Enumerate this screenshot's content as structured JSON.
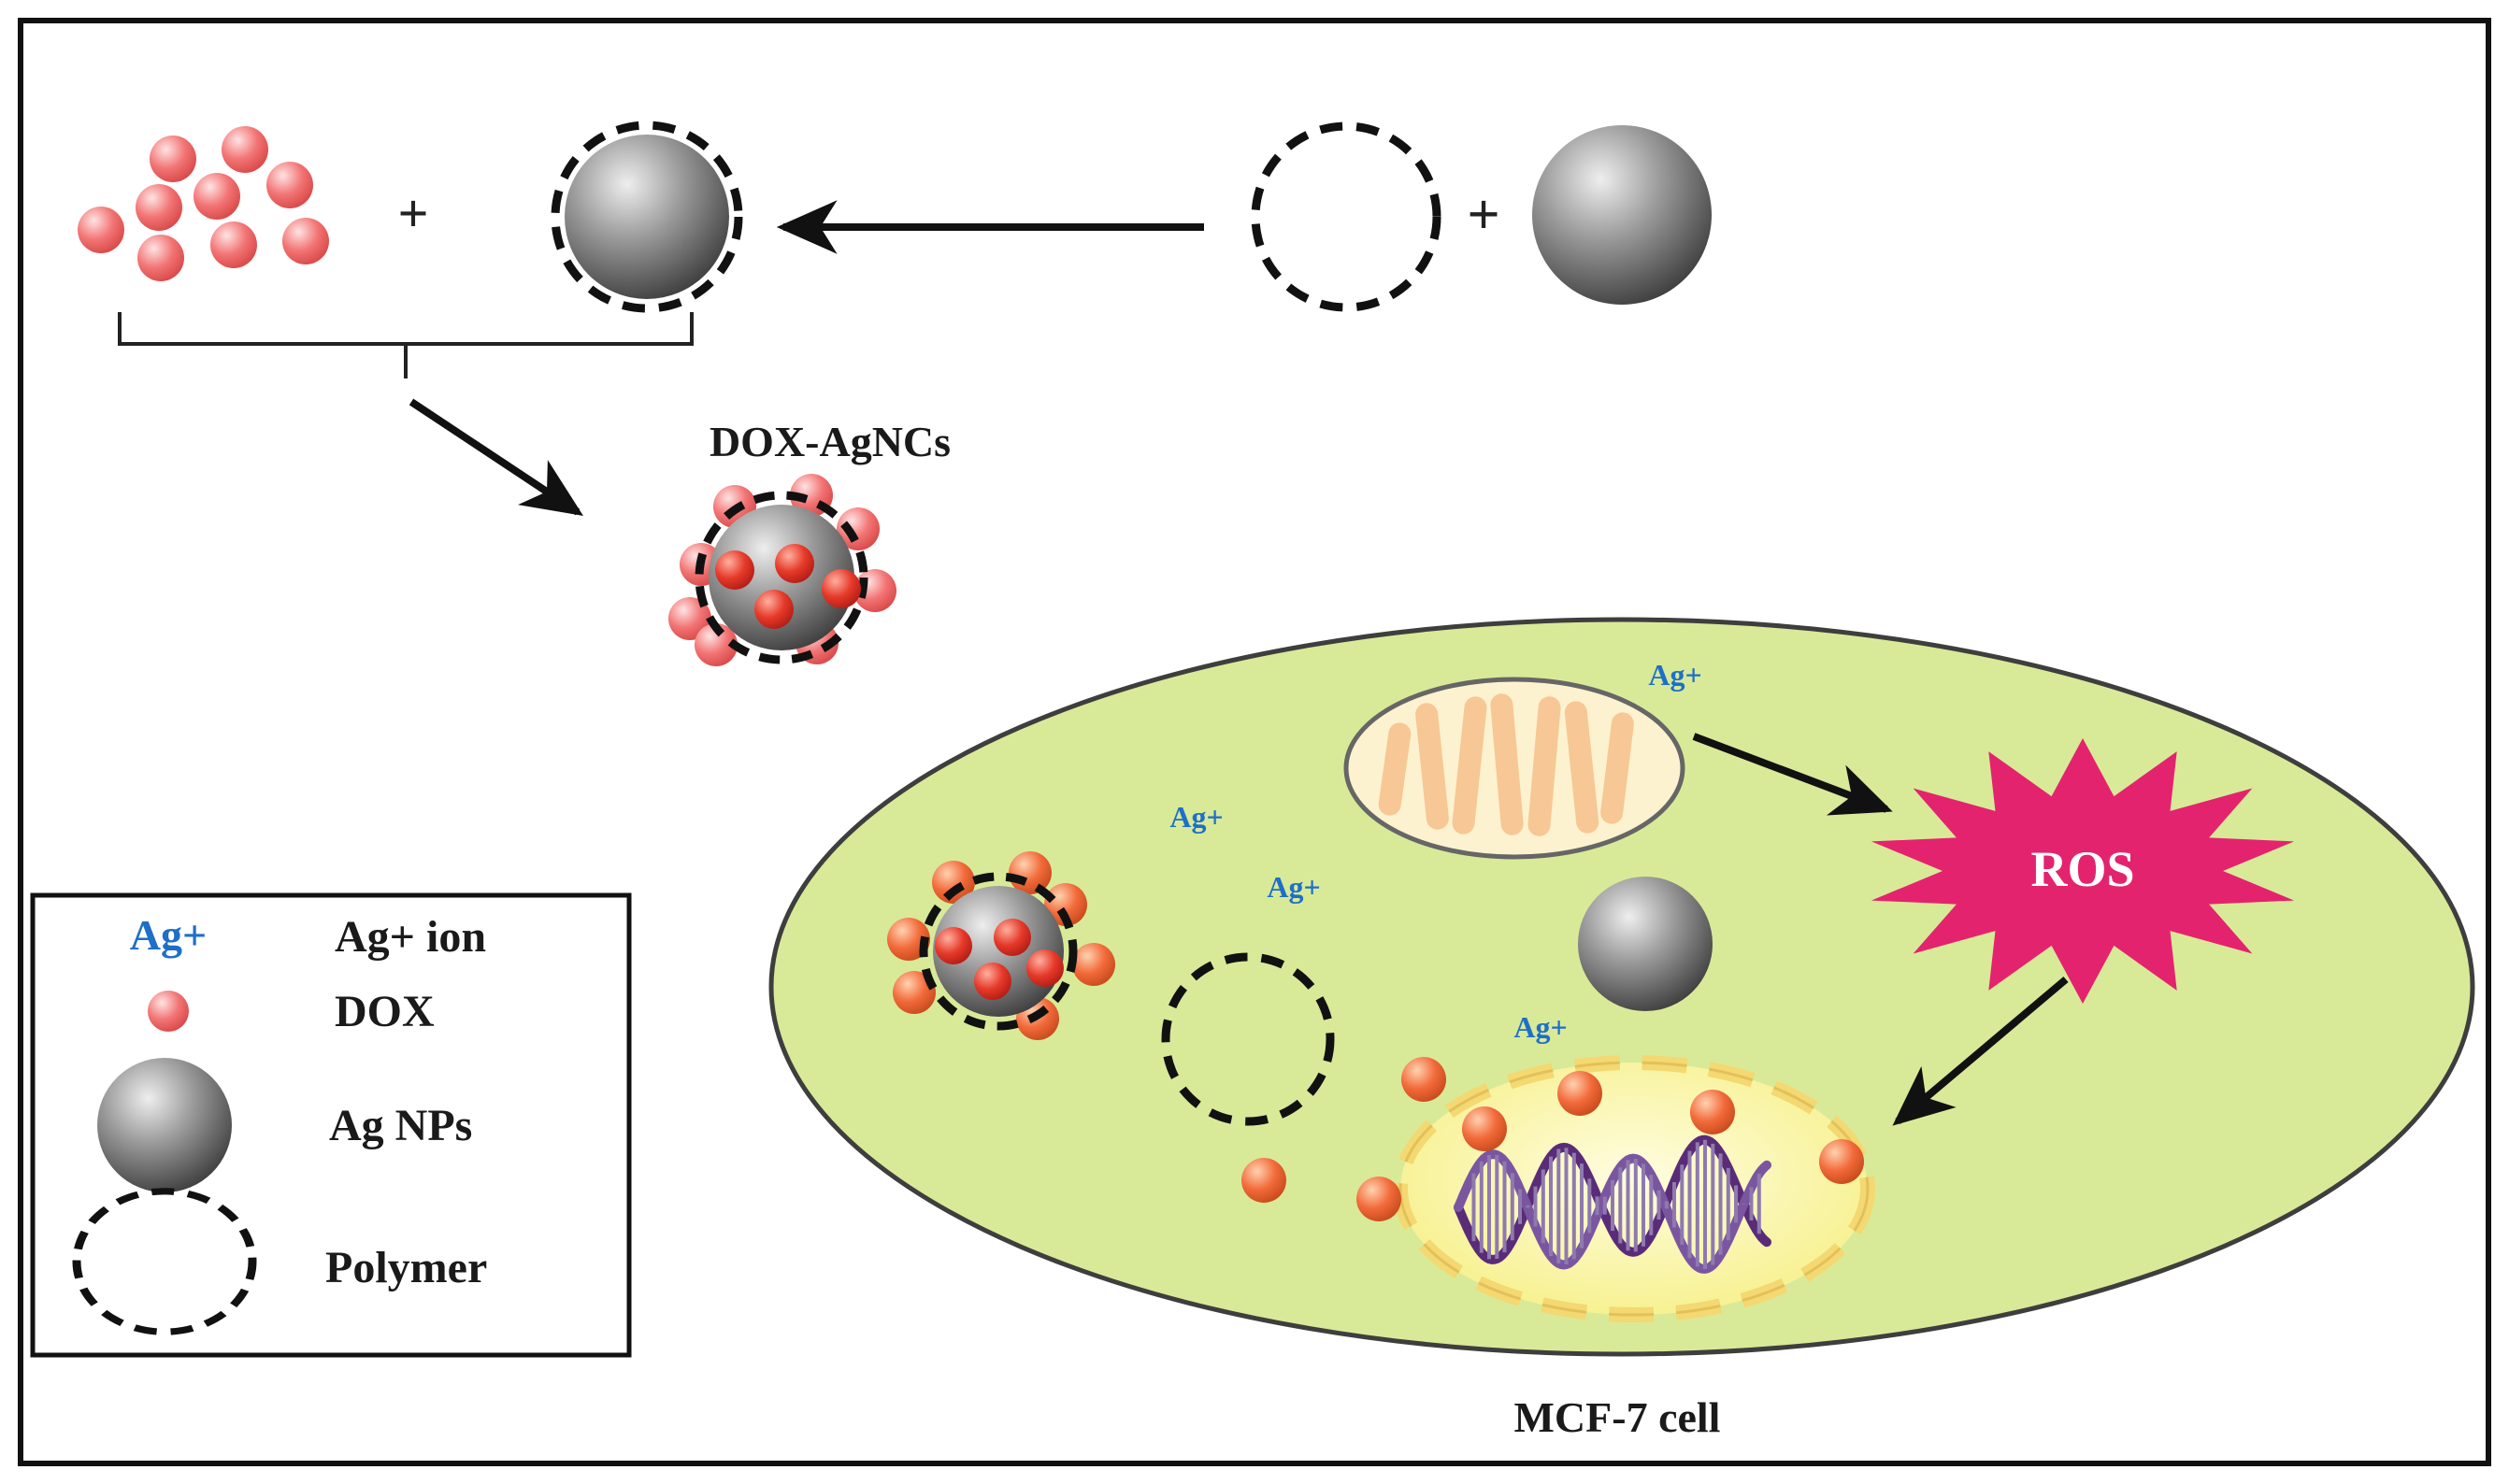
{
  "labels": {
    "plus_left": "+",
    "plus_right": "+",
    "conjugate": "DOX-AgNCs",
    "cell": "MCF-7 cell",
    "ros": "ROS",
    "ag_ion": "Ag+"
  },
  "legend": {
    "items": [
      {
        "symbol_text": "Ag+",
        "label": "Ag+ ion"
      },
      {
        "label": "DOX"
      },
      {
        "label": "Ag NPs"
      },
      {
        "label": "Polymer"
      }
    ]
  },
  "colors": {
    "ag_ion_text": "#1e6fc8",
    "cell_fill": "#d8ea98",
    "cell_stroke": "#3e3e3e",
    "ros_fill": "#e4236e",
    "dox": "#f06d6d",
    "dox_dark": "#e43838",
    "nucleus_fill": "#fbf7a8",
    "mito_stripes": "#f7c795"
  }
}
